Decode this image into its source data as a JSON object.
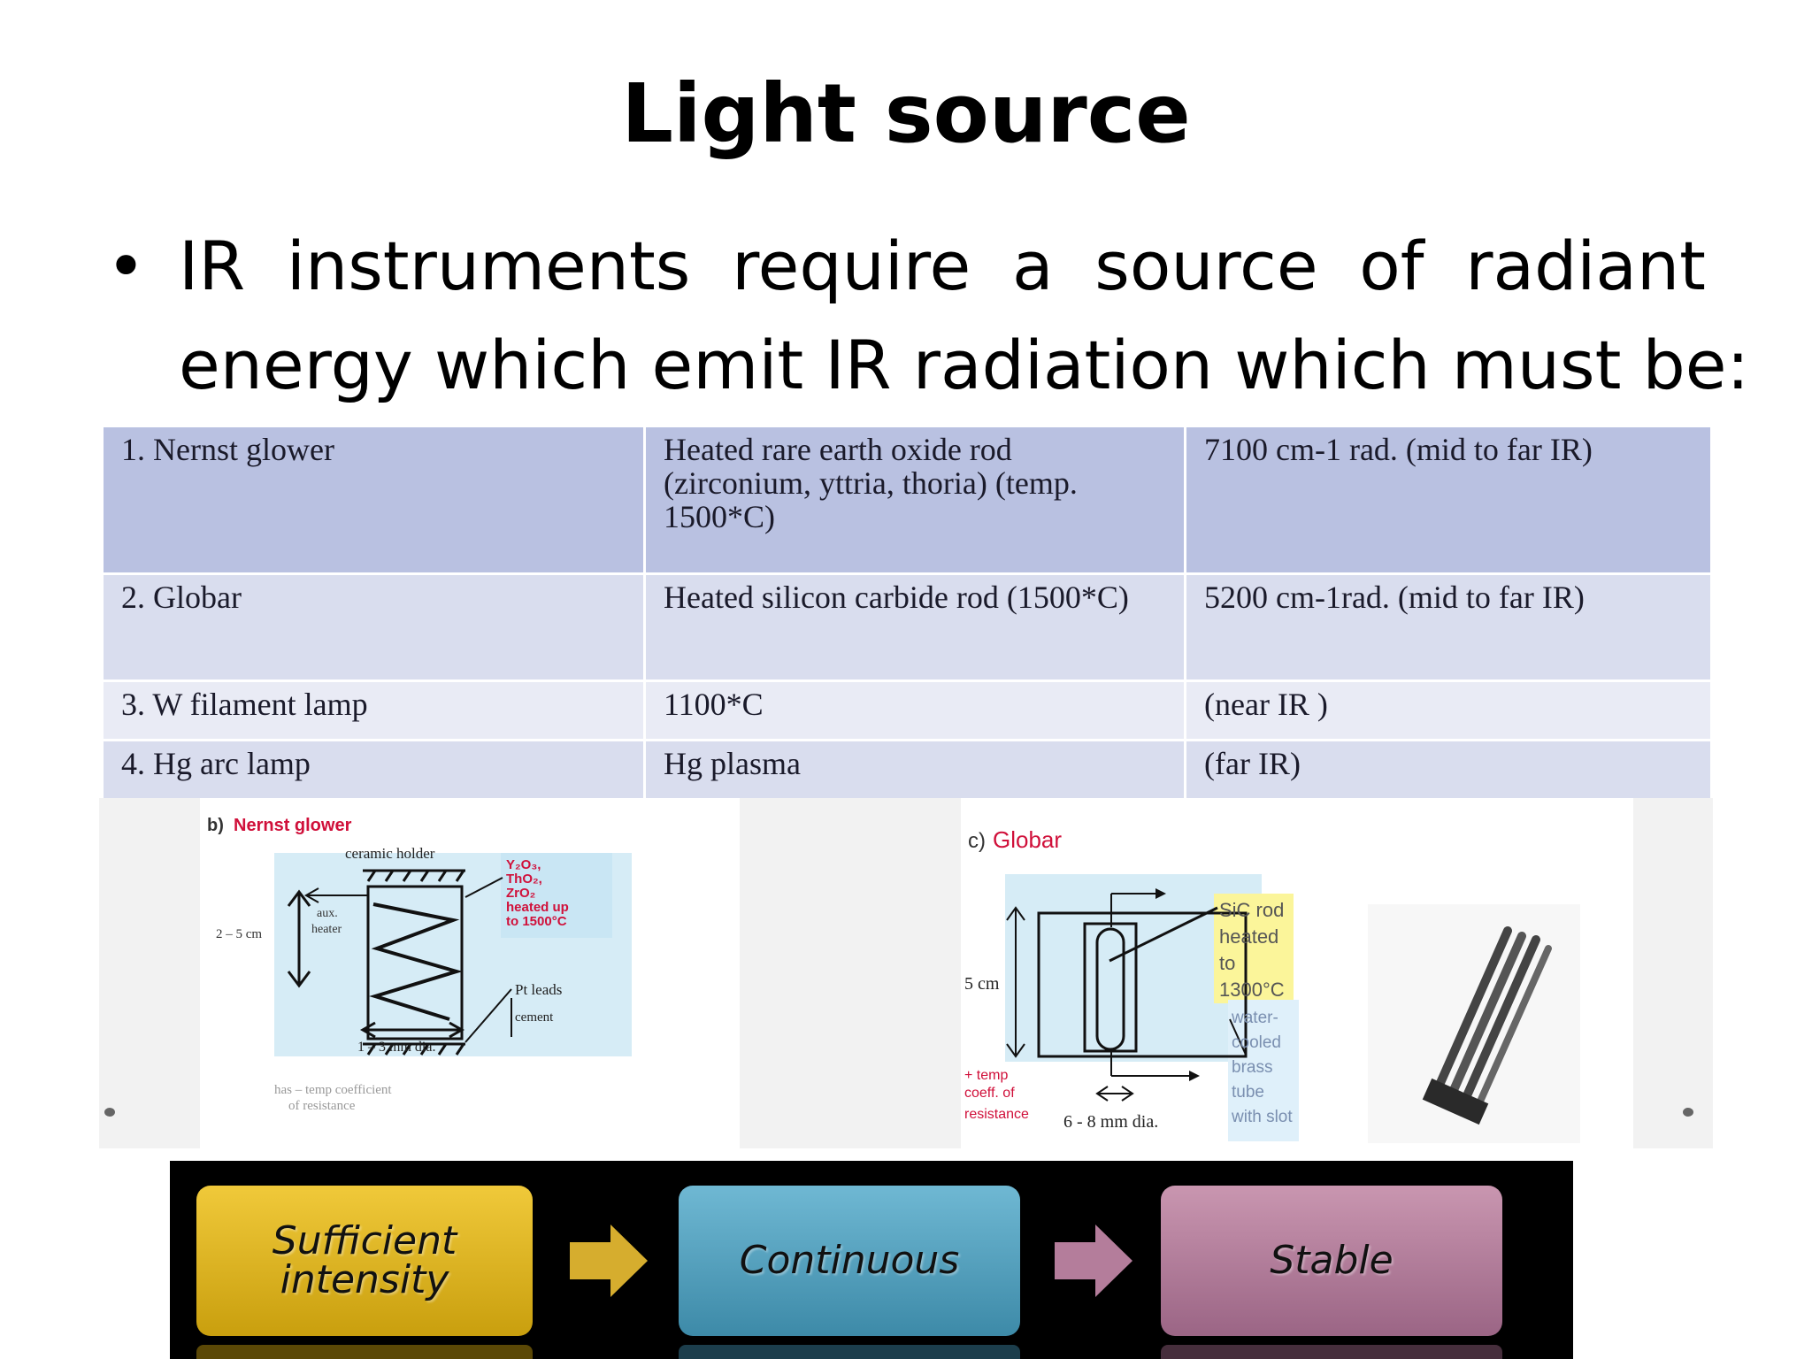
{
  "slide": {
    "title": "Light source",
    "bullet_line1_words": [
      "IR",
      "instruments",
      "require",
      "a",
      "source",
      "of",
      "radiant"
    ],
    "bullet_line2": "energy which emit IR radiation which must be:"
  },
  "table": {
    "rows": [
      {
        "source": "1. Nernst glower",
        "description": "Heated rare earth oxide rod (zirconium, yttria, thoria) (temp. 1500*C)",
        "range": "7100 cm-1 rad. (mid to far IR)"
      },
      {
        "source": "2. Globar",
        "description": "Heated silicon carbide rod (1500*C)",
        "range": "5200 cm-1rad. (mid to far IR)"
      },
      {
        "source": "3. W filament lamp",
        "description": "1100*C",
        "range": "(near IR )"
      },
      {
        "source": "4. Hg arc lamp",
        "description": "Hg plasma",
        "range": "(far IR)"
      }
    ]
  },
  "nernst_figure": {
    "label_prefix": "b)",
    "label": "Nernst glower",
    "ceramic_holder": "ceramic holder",
    "oxides": [
      "Y₂O₃,",
      "ThO₂,",
      "ZrO₂"
    ],
    "heated_up": "heated up",
    "heated_to": "to 1500°C",
    "aux_heater_1": "aux.",
    "aux_heater_2": "heater",
    "height": "2 – 5 cm",
    "pt_leads": "Pt leads",
    "cement": "cement",
    "dia": "1 – 3 mm dia.",
    "note1": "has – temp coefficient",
    "note2": "of resistance"
  },
  "globar_figure": {
    "label_prefix": "c)",
    "label": "Globar",
    "sic": [
      "SiC rod",
      "heated",
      "to",
      "1300°C"
    ],
    "tube": [
      "water-",
      "cooled",
      "brass",
      "tube",
      "with slot"
    ],
    "height": "5 cm",
    "coeff": [
      "+ temp",
      "coeff. of",
      "resistance"
    ],
    "dia": "6 - 8 mm dia."
  },
  "flow": {
    "step1_line1": "Sufficient",
    "step1_line2": "intensity",
    "step2": "Continuous",
    "step3": "Stable"
  },
  "colors": {
    "row_dark": "#b9c1e1",
    "row_mid": "#d9ddee",
    "row_light": "#e9ebf5",
    "box_yellow": "#e0b62a",
    "box_blue": "#58a3c1",
    "box_pink": "#b47d9b",
    "red_label": "#d0103a"
  }
}
